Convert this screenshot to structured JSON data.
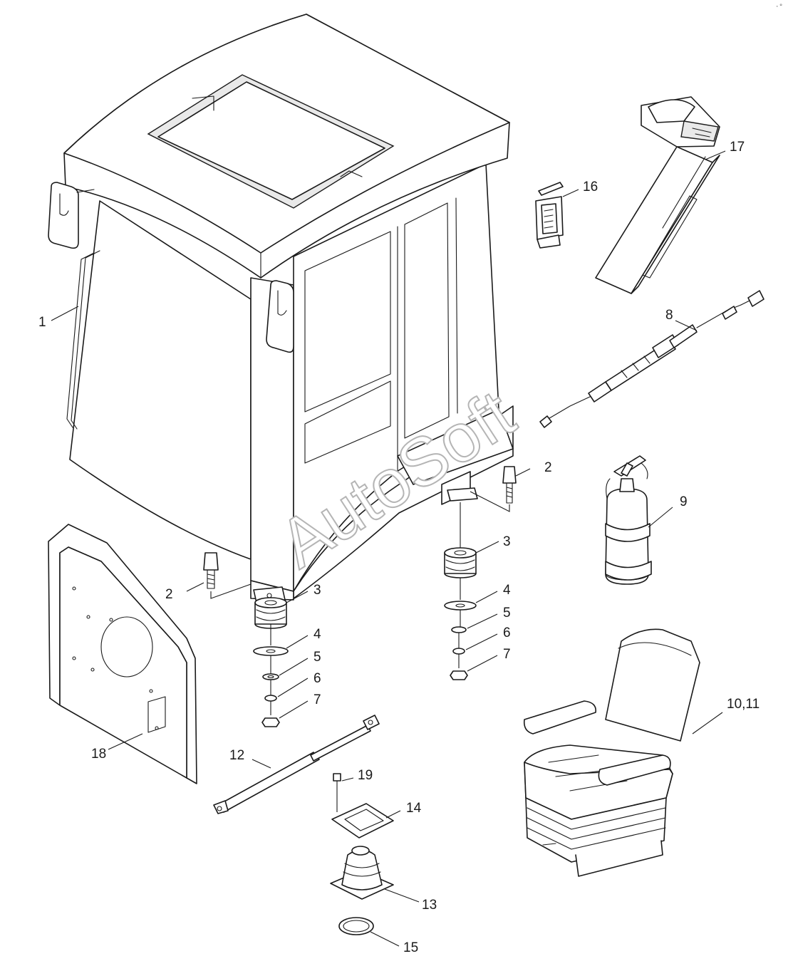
{
  "callouts": {
    "c1": "1",
    "c2a": "2",
    "c2b": "2",
    "c3a": "3",
    "c3b": "3",
    "c4a": "4",
    "c4b": "4",
    "c5a": "5",
    "c5b": "5",
    "c6a": "6",
    "c6b": "6",
    "c7a": "7",
    "c7b": "7",
    "c8": "8",
    "c9": "9",
    "c10": "10,11",
    "c12": "12",
    "c13": "13",
    "c14": "14",
    "c15": "15",
    "c16": "16",
    "c17": "17",
    "c18": "18",
    "c19": "19"
  },
  "watermark": "AutoSoft",
  "corner_mark": "·°"
}
